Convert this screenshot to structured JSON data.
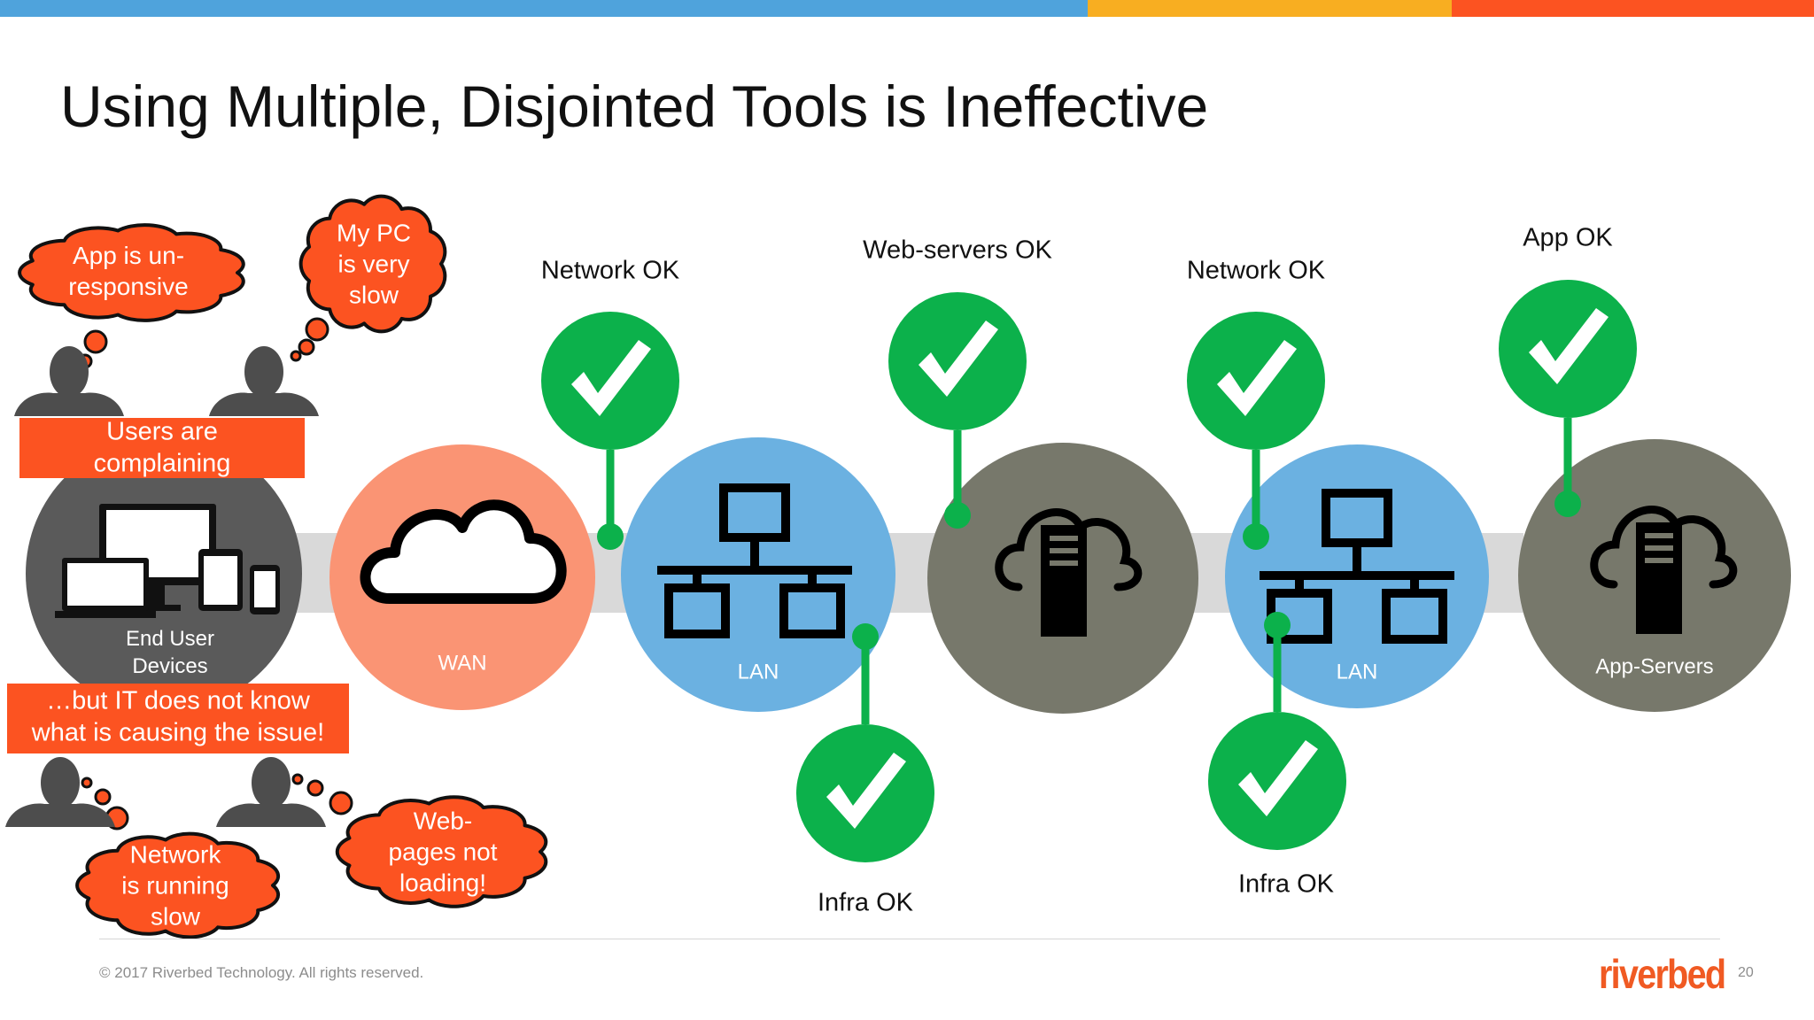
{
  "title": "Using Multiple, Disjointed Tools is Ineffective",
  "nodes": [
    {
      "id": "end-user",
      "label_lines": [
        "End User",
        "Devices"
      ],
      "color": "#5a5a5a"
    },
    {
      "id": "wan",
      "label_lines": [
        "WAN"
      ],
      "color": "#fa9474"
    },
    {
      "id": "lan1",
      "label_lines": [
        "LAN"
      ],
      "color": "#6bb1e1"
    },
    {
      "id": "web",
      "label_lines": [],
      "color": "#77786b"
    },
    {
      "id": "lan2",
      "label_lines": [
        "LAN"
      ],
      "color": "#6bb1e1"
    },
    {
      "id": "app",
      "label_lines": [
        "App-Servers"
      ],
      "color": "#77786b"
    }
  ],
  "checks": [
    {
      "id": "network-ok-1",
      "label": "Network OK"
    },
    {
      "id": "web-servers-ok",
      "label": "Web-servers OK"
    },
    {
      "id": "network-ok-2",
      "label": "Network OK"
    },
    {
      "id": "app-ok",
      "label": "App OK"
    },
    {
      "id": "infra-ok-1",
      "label": "Infra OK"
    },
    {
      "id": "infra-ok-2",
      "label": "Infra OK"
    }
  ],
  "bubbles": [
    {
      "id": "app-unresponsive",
      "lines": [
        "App is un-",
        "responsive"
      ]
    },
    {
      "id": "my-pc-slow",
      "lines": [
        "My PC",
        "is very",
        "slow"
      ]
    },
    {
      "id": "network-slow",
      "lines": [
        "Network",
        "is running",
        "slow"
      ]
    },
    {
      "id": "webpages-not-loading",
      "lines": [
        "Web-",
        "pages not",
        "loading!"
      ]
    }
  ],
  "banners": [
    {
      "id": "users-complaining",
      "lines": [
        "Users are",
        "complaining"
      ]
    },
    {
      "id": "it-does-not-know",
      "lines": [
        "…but IT does not  know",
        "what is causing the issue!"
      ]
    }
  ],
  "colors": {
    "check_green": "#0cb14b",
    "alert_orange": "#fc5321",
    "person_gray": "#4d4d4d",
    "pipe_gray": "#d9d9d9"
  },
  "footer": {
    "copyright": "© 2017 Riverbed Technology. All rights reserved.",
    "logo": "riverbed",
    "page_number": "20"
  }
}
